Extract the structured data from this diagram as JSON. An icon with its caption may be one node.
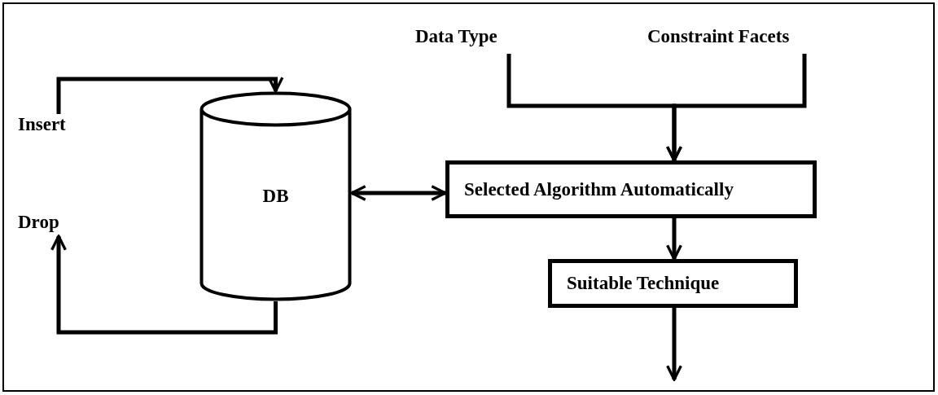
{
  "diagram": {
    "nodes": [
      {
        "text": [
          "Insert"
        ]
      },
      {
        "text": [
          "Drop"
        ]
      },
      {
        "text": [
          "DB"
        ]
      },
      {
        "text": [
          "Data Type"
        ]
      },
      {
        "text": [
          "Constraint Facets"
        ]
      },
      {
        "text": [
          "Selected Algorithm Automatically"
        ]
      },
      {
        "text": [
          "Suitable Technique"
        ]
      }
    ],
    "edges": [
      {
        "from": 0,
        "to": 2,
        "arrow": "to"
      },
      {
        "from": 2,
        "to": 1,
        "arrow": "to"
      },
      {
        "from": 2,
        "to": 5,
        "arrow": "both"
      },
      {
        "from": 3,
        "to": 5,
        "arrow": "to"
      },
      {
        "from": 4,
        "to": 5,
        "arrow": "to"
      },
      {
        "from": 5,
        "to": 6,
        "arrow": "to"
      },
      {
        "from": 6,
        "to": null,
        "arrow": "to"
      }
    ]
  }
}
